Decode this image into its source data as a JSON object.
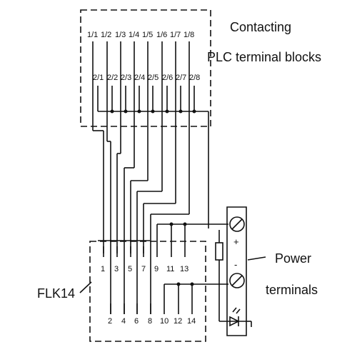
{
  "labels": {
    "contacting": "Contacting",
    "plc": "PLC terminal blocks",
    "power": "Power",
    "terminals": "terminals",
    "flk": "FLK14",
    "plus": "+",
    "minus": "-"
  },
  "plc_top_row": [
    "1/1",
    "1/2",
    "1/3",
    "1/4",
    "1/5",
    "1/6",
    "1/7",
    "1/8"
  ],
  "plc_bottom_row": [
    "2/1",
    "2/2",
    "2/3",
    "2/4",
    "2/5",
    "2/6",
    "2/7",
    "2/8"
  ],
  "flk_top_row": [
    "1",
    "3",
    "5",
    "7",
    "9",
    "11",
    "13"
  ],
  "flk_bottom_row": [
    "2",
    "4",
    "6",
    "8",
    "10",
    "12",
    "14"
  ]
}
